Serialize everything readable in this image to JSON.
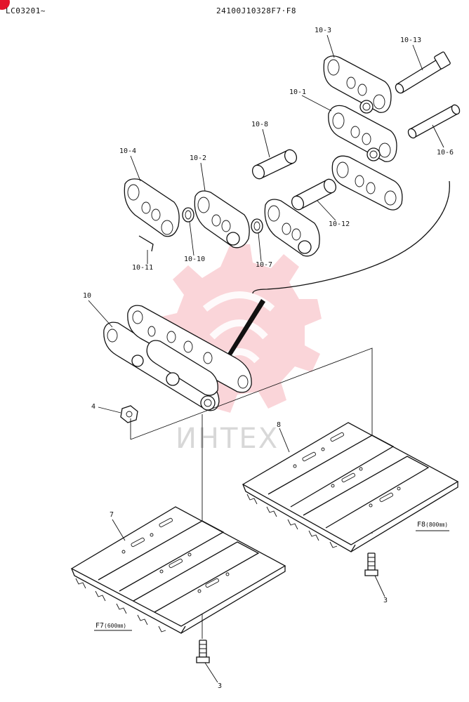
{
  "header": {
    "serial": "LC03201~",
    "drawing_number": "24100J10328F7·F8"
  },
  "watermark": {
    "text": "ИНТЕХ",
    "logo_icon": "gear-logo-icon",
    "color": "#e3142c"
  },
  "callouts": {
    "link_10_3": "10-3",
    "pin_10_13": "10-13",
    "link_10_1": "10-1",
    "bushing_10_8": "10-8",
    "pin_10_6": "10-6",
    "link_10_4": "10-4",
    "link_10_2": "10-2",
    "bushing_10_12": "10-12",
    "pin_10_11": "10-11",
    "seal_10_10": "10-10",
    "seal_10_7": "10-7",
    "chain_10": "10",
    "nut_4": "4",
    "shoe_8": "8",
    "shoe_7": "7",
    "bolt_3_right": "3",
    "bolt_3_left": "3"
  },
  "shoe_labels": {
    "f8": "F8",
    "f8_width": "(800㎜)",
    "f7": "F7",
    "f7_width": "(600㎜)"
  }
}
